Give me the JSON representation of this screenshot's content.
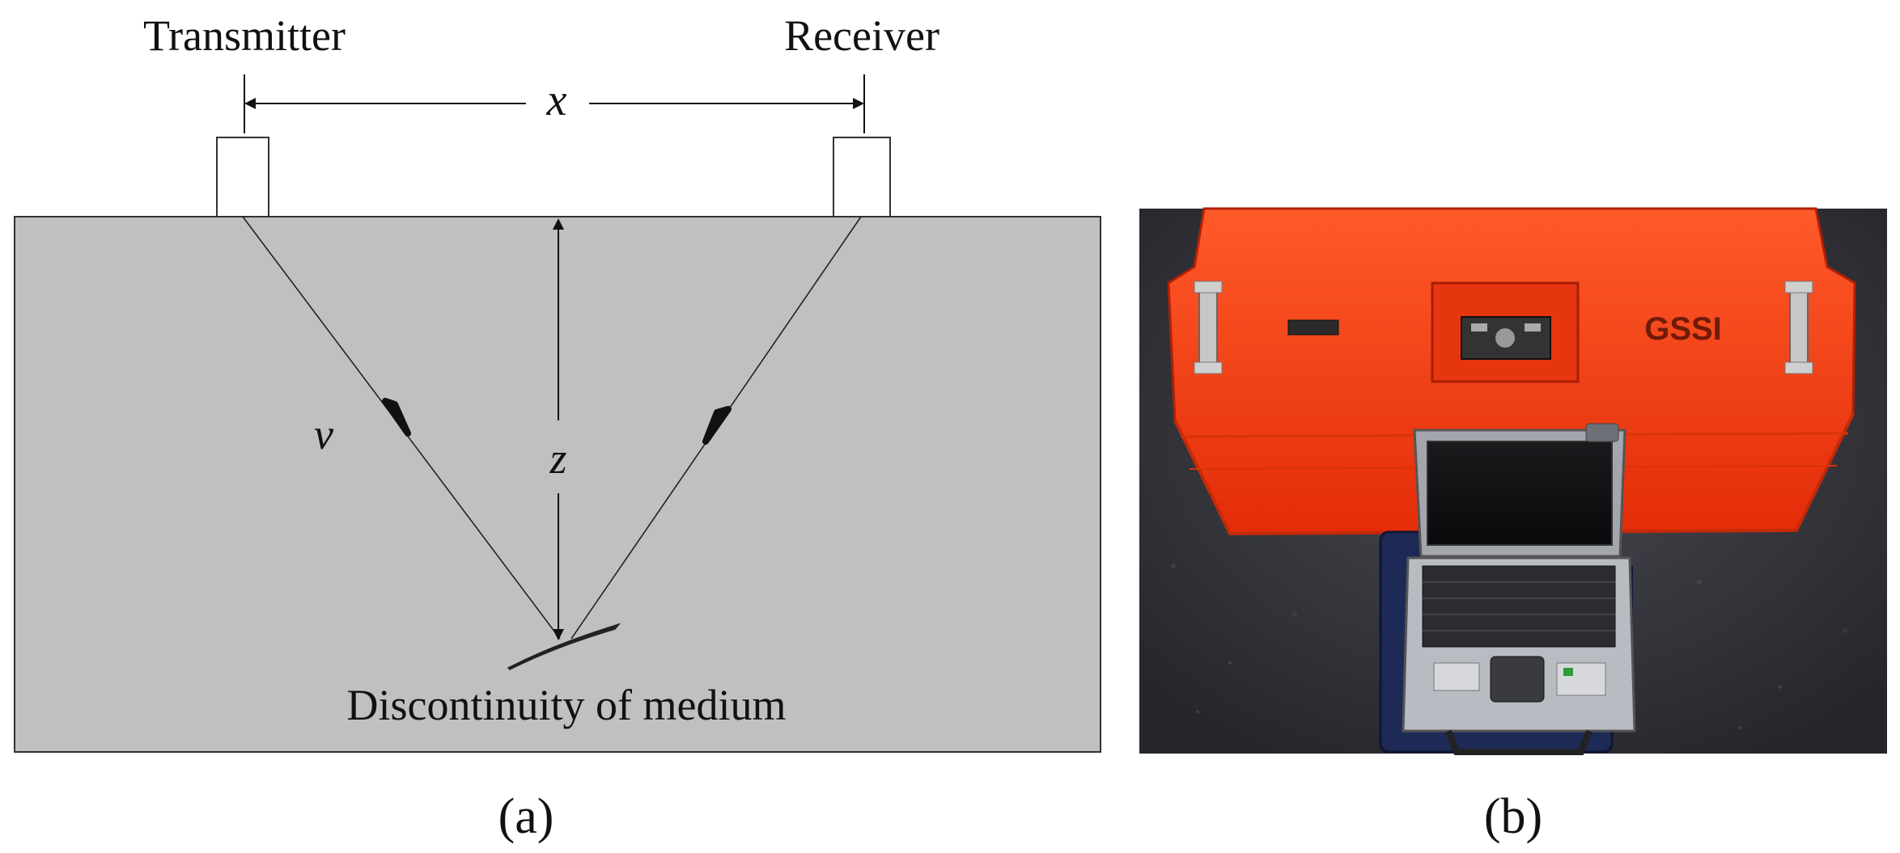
{
  "panel_a": {
    "transmitter_label": "Transmitter",
    "receiver_label": "Receiver",
    "distance_symbol": "x",
    "velocity_symbol": "v",
    "depth_symbol": "z",
    "reflector_label": "Discontinuity of medium",
    "caption": "(a)",
    "colors": {
      "medium": "#c0c0c0",
      "antenna": "#ffffff",
      "line": "#111111"
    }
  },
  "panel_b": {
    "caption": "(b)",
    "photo_description_icons": [
      "gpr-antenna-icon",
      "rugged-laptop-icon"
    ],
    "brand_mark": "GSSI",
    "colors": {
      "antenna_body": "#f2380f",
      "ground": "#3a3a40",
      "laptop_frame": "#8c8f96",
      "cart": "#1d2a55"
    }
  }
}
